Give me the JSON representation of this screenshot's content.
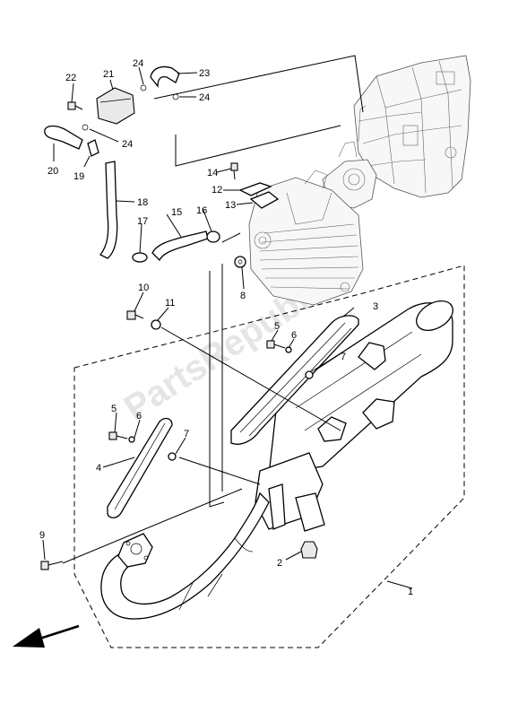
{
  "watermark": "PartsRepublik",
  "callouts": [
    "1",
    "2",
    "3",
    "4",
    "5",
    "5",
    "6",
    "6",
    "7",
    "7",
    "8",
    "9",
    "10",
    "11",
    "12",
    "13",
    "14",
    "15",
    "16",
    "17",
    "18",
    "19",
    "20",
    "21",
    "22",
    "23",
    "24",
    "24",
    "24"
  ],
  "front_arrow_icon": "arrow-left-down"
}
